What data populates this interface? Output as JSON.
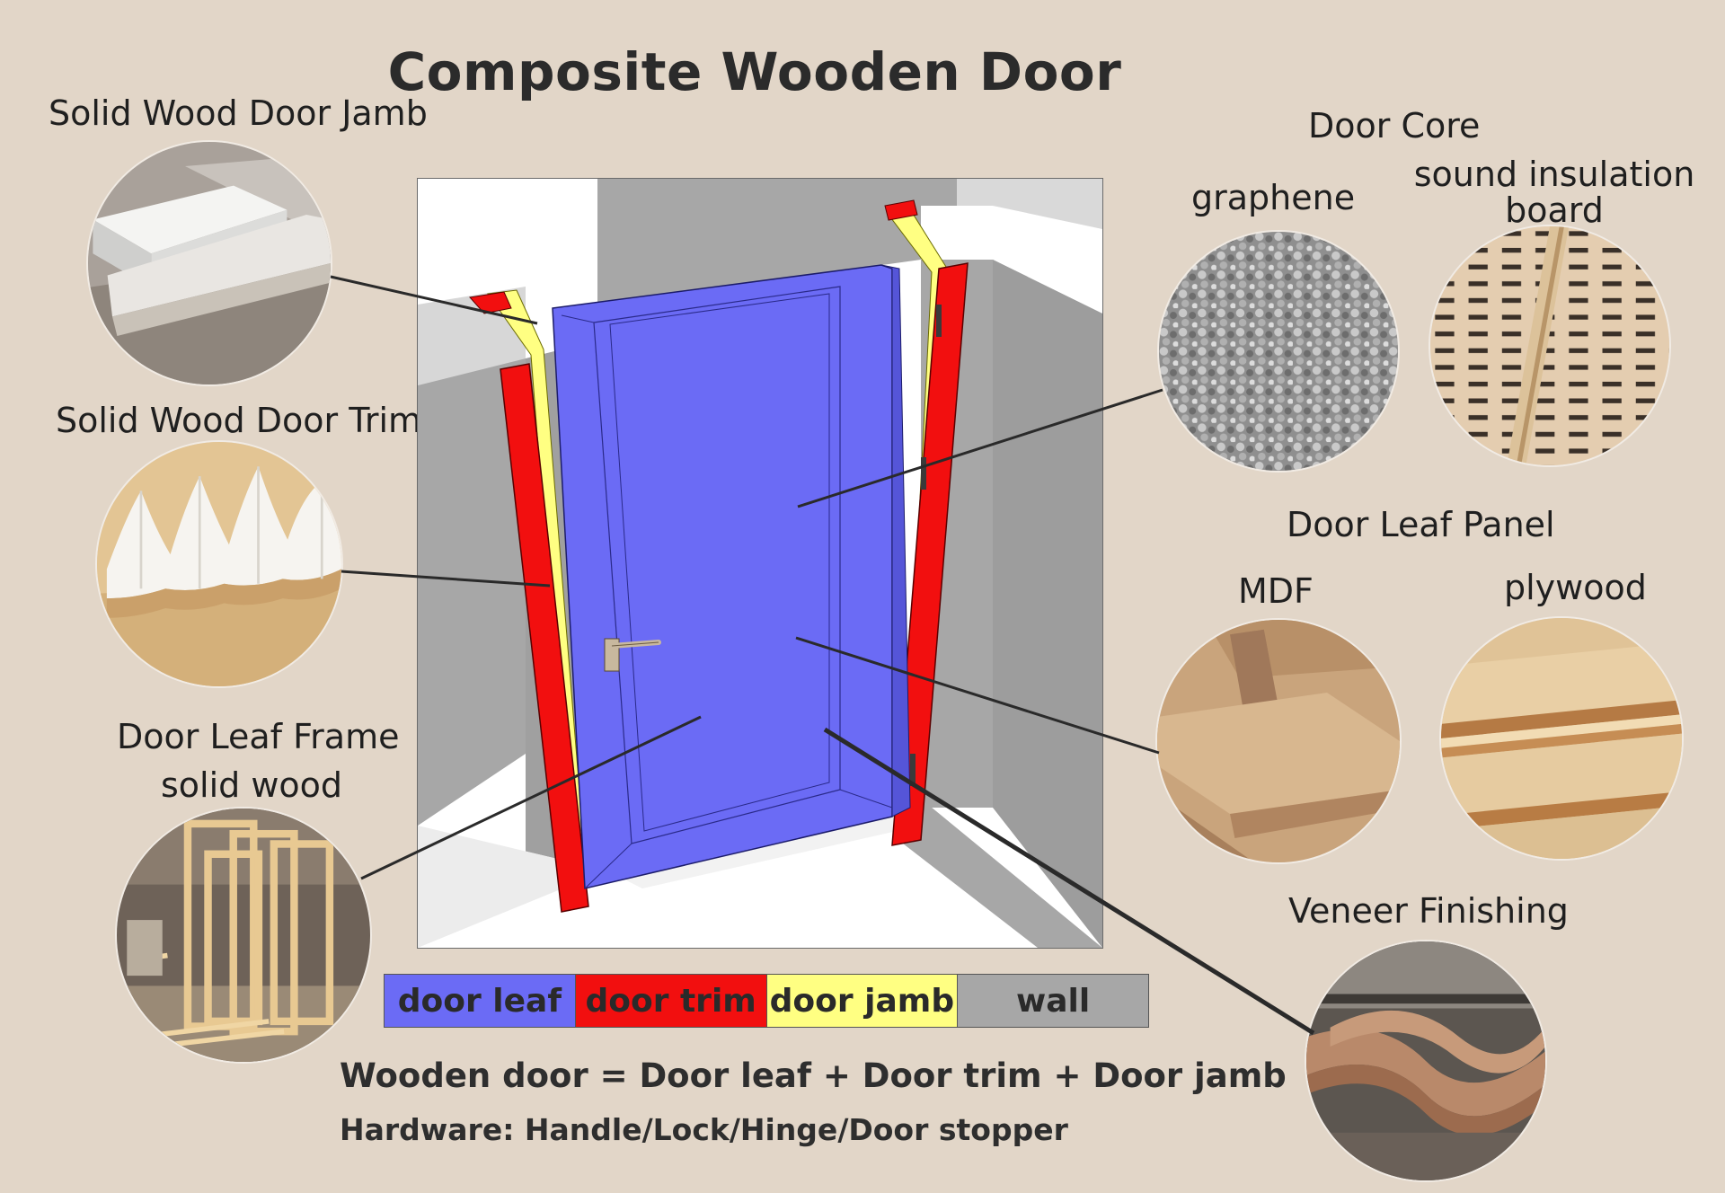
{
  "title": "Composite Wooden Door",
  "labels": {
    "jamb": "Solid Wood Door Jamb",
    "trim": "Solid Wood Door Trim",
    "frame_line1": "Door Leaf Frame",
    "frame_line2": "solid wood",
    "core": "Door Core",
    "graphene": "graphene",
    "insulation_line1": "sound insulation",
    "insulation_line2": "board",
    "panel": "Door Leaf Panel",
    "mdf": "MDF",
    "plywood": "plywood",
    "veneer": "Veneer Finishing"
  },
  "legend": [
    {
      "label": "door leaf",
      "color": "#6b6bf5"
    },
    {
      "label": "door trim",
      "color": "#f20f0f"
    },
    {
      "label": "door jamb",
      "color": "#ffff82"
    },
    {
      "label": "wall",
      "color": "#a7a7a7"
    }
  ],
  "formula": {
    "line1": "Wooden door = Door leaf + Door trim + Door jamb",
    "line2": "Hardware: Handle/Lock/Hinge/Door stopper"
  },
  "colors": {
    "background": "#e2d6c8",
    "door_leaf": "#6b6bf5",
    "door_trim": "#f20f0f",
    "door_jamb": "#ffff82",
    "wall": "#a7a7a7"
  }
}
